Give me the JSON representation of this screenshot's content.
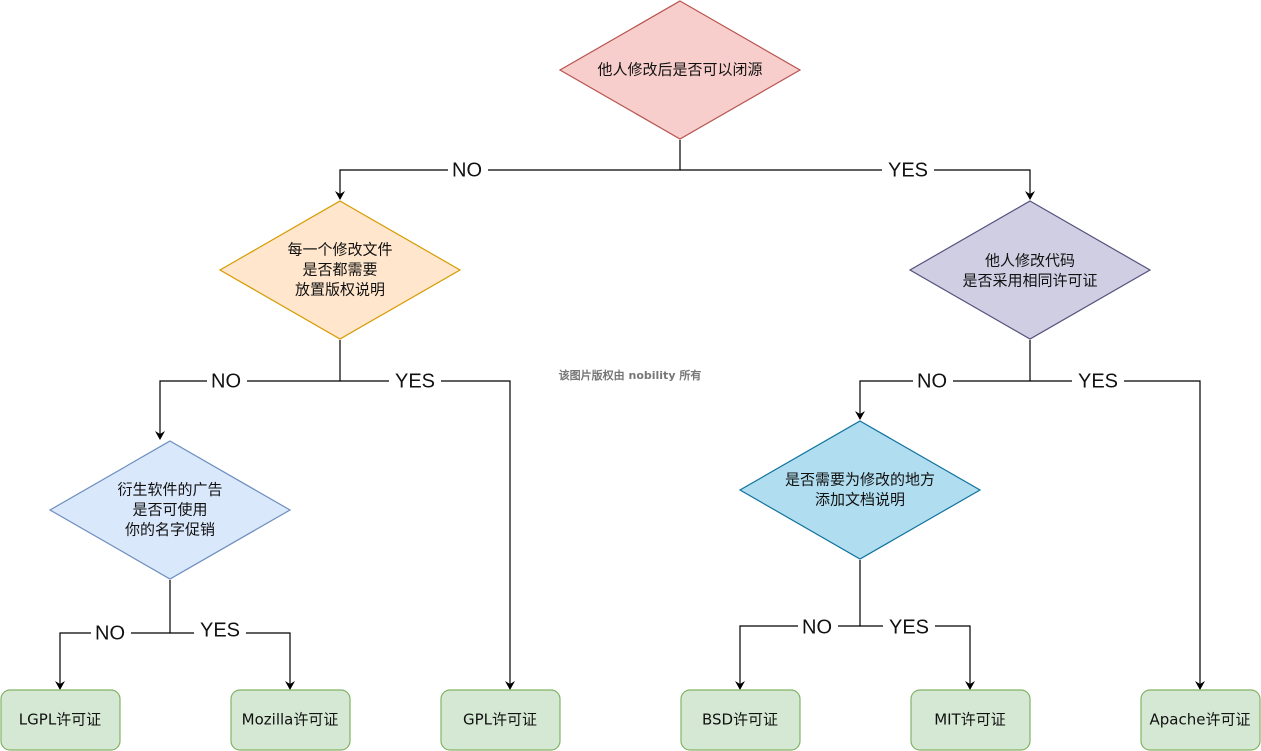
{
  "diagram": {
    "root": {
      "lines": [
        "他人修改后是否可以闭源"
      ],
      "fill": "#f8cecc",
      "stroke": "#b85450"
    },
    "left_decision": {
      "lines": [
        "每一个修改文件",
        "是否都需要",
        "放置版权说明"
      ],
      "fill": "#ffe6cc",
      "stroke": "#d79b00"
    },
    "right_decision": {
      "lines": [
        "他人修改代码",
        "是否采用相同许可证"
      ],
      "fill": "#d0cee2",
      "stroke": "#56517e"
    },
    "left_sub_decision": {
      "lines": [
        "衍生软件的广告",
        "是否可使用",
        "你的名字促销"
      ],
      "fill": "#dae8fc",
      "stroke": "#6c8ebf"
    },
    "right_sub_decision": {
      "lines": [
        "是否需要为修改的地方",
        "添加文档说明"
      ],
      "fill": "#b1ddf0",
      "stroke": "#10739e"
    },
    "leaves": {
      "fill": "#d5e8d4",
      "stroke": "#82b366",
      "lgpl": "LGPL许可证",
      "mozilla": "Mozilla许可证",
      "gpl": "GPL许可证",
      "bsd": "BSD许可证",
      "mit": "MIT许可证",
      "apache": "Apache许可证"
    },
    "edge_labels": {
      "no": "NO",
      "yes": "YES"
    },
    "watermark": "该图片版权由 nobility 所有"
  }
}
